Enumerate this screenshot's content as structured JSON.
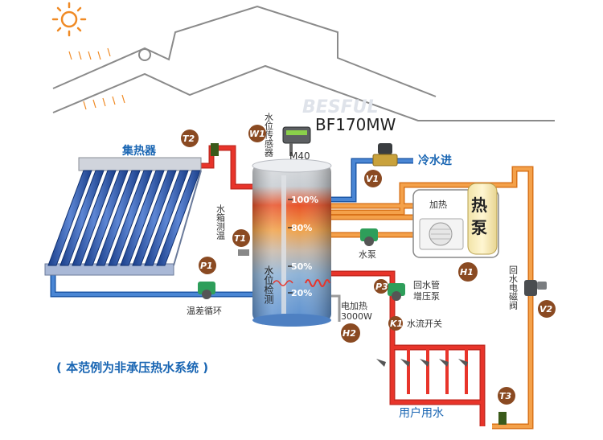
{
  "brand_watermark": "BESFUL",
  "model": "BF170MW",
  "collector_label": "集热器",
  "water_sensor_label": "水位传感器",
  "sensor_model": "M40",
  "cold_water_in": "冷水进",
  "heat_pump": {
    "heating_label": "加热",
    "name_line1": "热",
    "name_line2": "泵"
  },
  "pump_label": "水泵",
  "tank_temp_label": "水箱测温",
  "water_level_label": "水位检测",
  "levels": [
    "100%",
    "80%",
    "50%",
    "20%"
  ],
  "electric_heater_label": "电加热",
  "heater_power": "3000W",
  "circulation_label": "温差循环",
  "return_pump_label": "回水管增压泵",
  "flow_switch_label": "水流开关",
  "return_valve_label": "回水电磁阀",
  "user_water_label": "用户用水",
  "note": "( 本范例为非承压热水系统 )",
  "badges": {
    "T1": "T1",
    "T2": "T2",
    "T3": "T3",
    "P1": "P1",
    "P3": "P3",
    "K1": "K1",
    "V1": "V1",
    "V2": "V2",
    "H1": "H1",
    "H2": "H2",
    "W1": "W1"
  },
  "colors": {
    "hot_pipe": "#e8342a",
    "cold_pipe": "#2f6fc0",
    "orange_pipe": "#f08a24",
    "collector_text": "#1a66b3",
    "badge": "#8a4a22"
  }
}
